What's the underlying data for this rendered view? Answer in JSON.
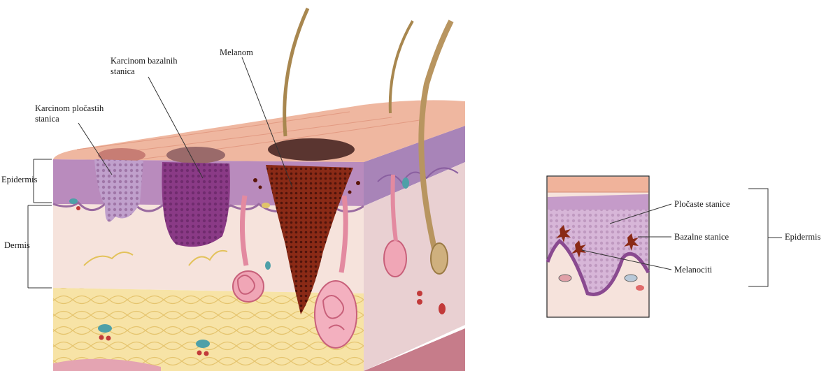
{
  "labels": {
    "epidermis_left": "Epidermis",
    "dermis_left": "Dermis",
    "squamous": {
      "line1": "Karcinom pločastih",
      "line2": "stanica"
    },
    "basal": {
      "line1": "Karcinom bazalnih",
      "line2": "stanica"
    },
    "melanoma": "Melanom"
  },
  "inset_labels": {
    "squamous_cells": "Pločaste stanice",
    "basal_cells": "Bazalne stanice",
    "melanocytes": "Melanociti",
    "epidermis": "Epidermis"
  },
  "colors": {
    "skin_surface": "#efb7a0",
    "epidermis": "#b98bbd",
    "dermis": "#f6e3dc",
    "fat": "#f5dfa0",
    "melanoma": "#8a2a16",
    "tumor_purple": "#8a3a86"
  }
}
